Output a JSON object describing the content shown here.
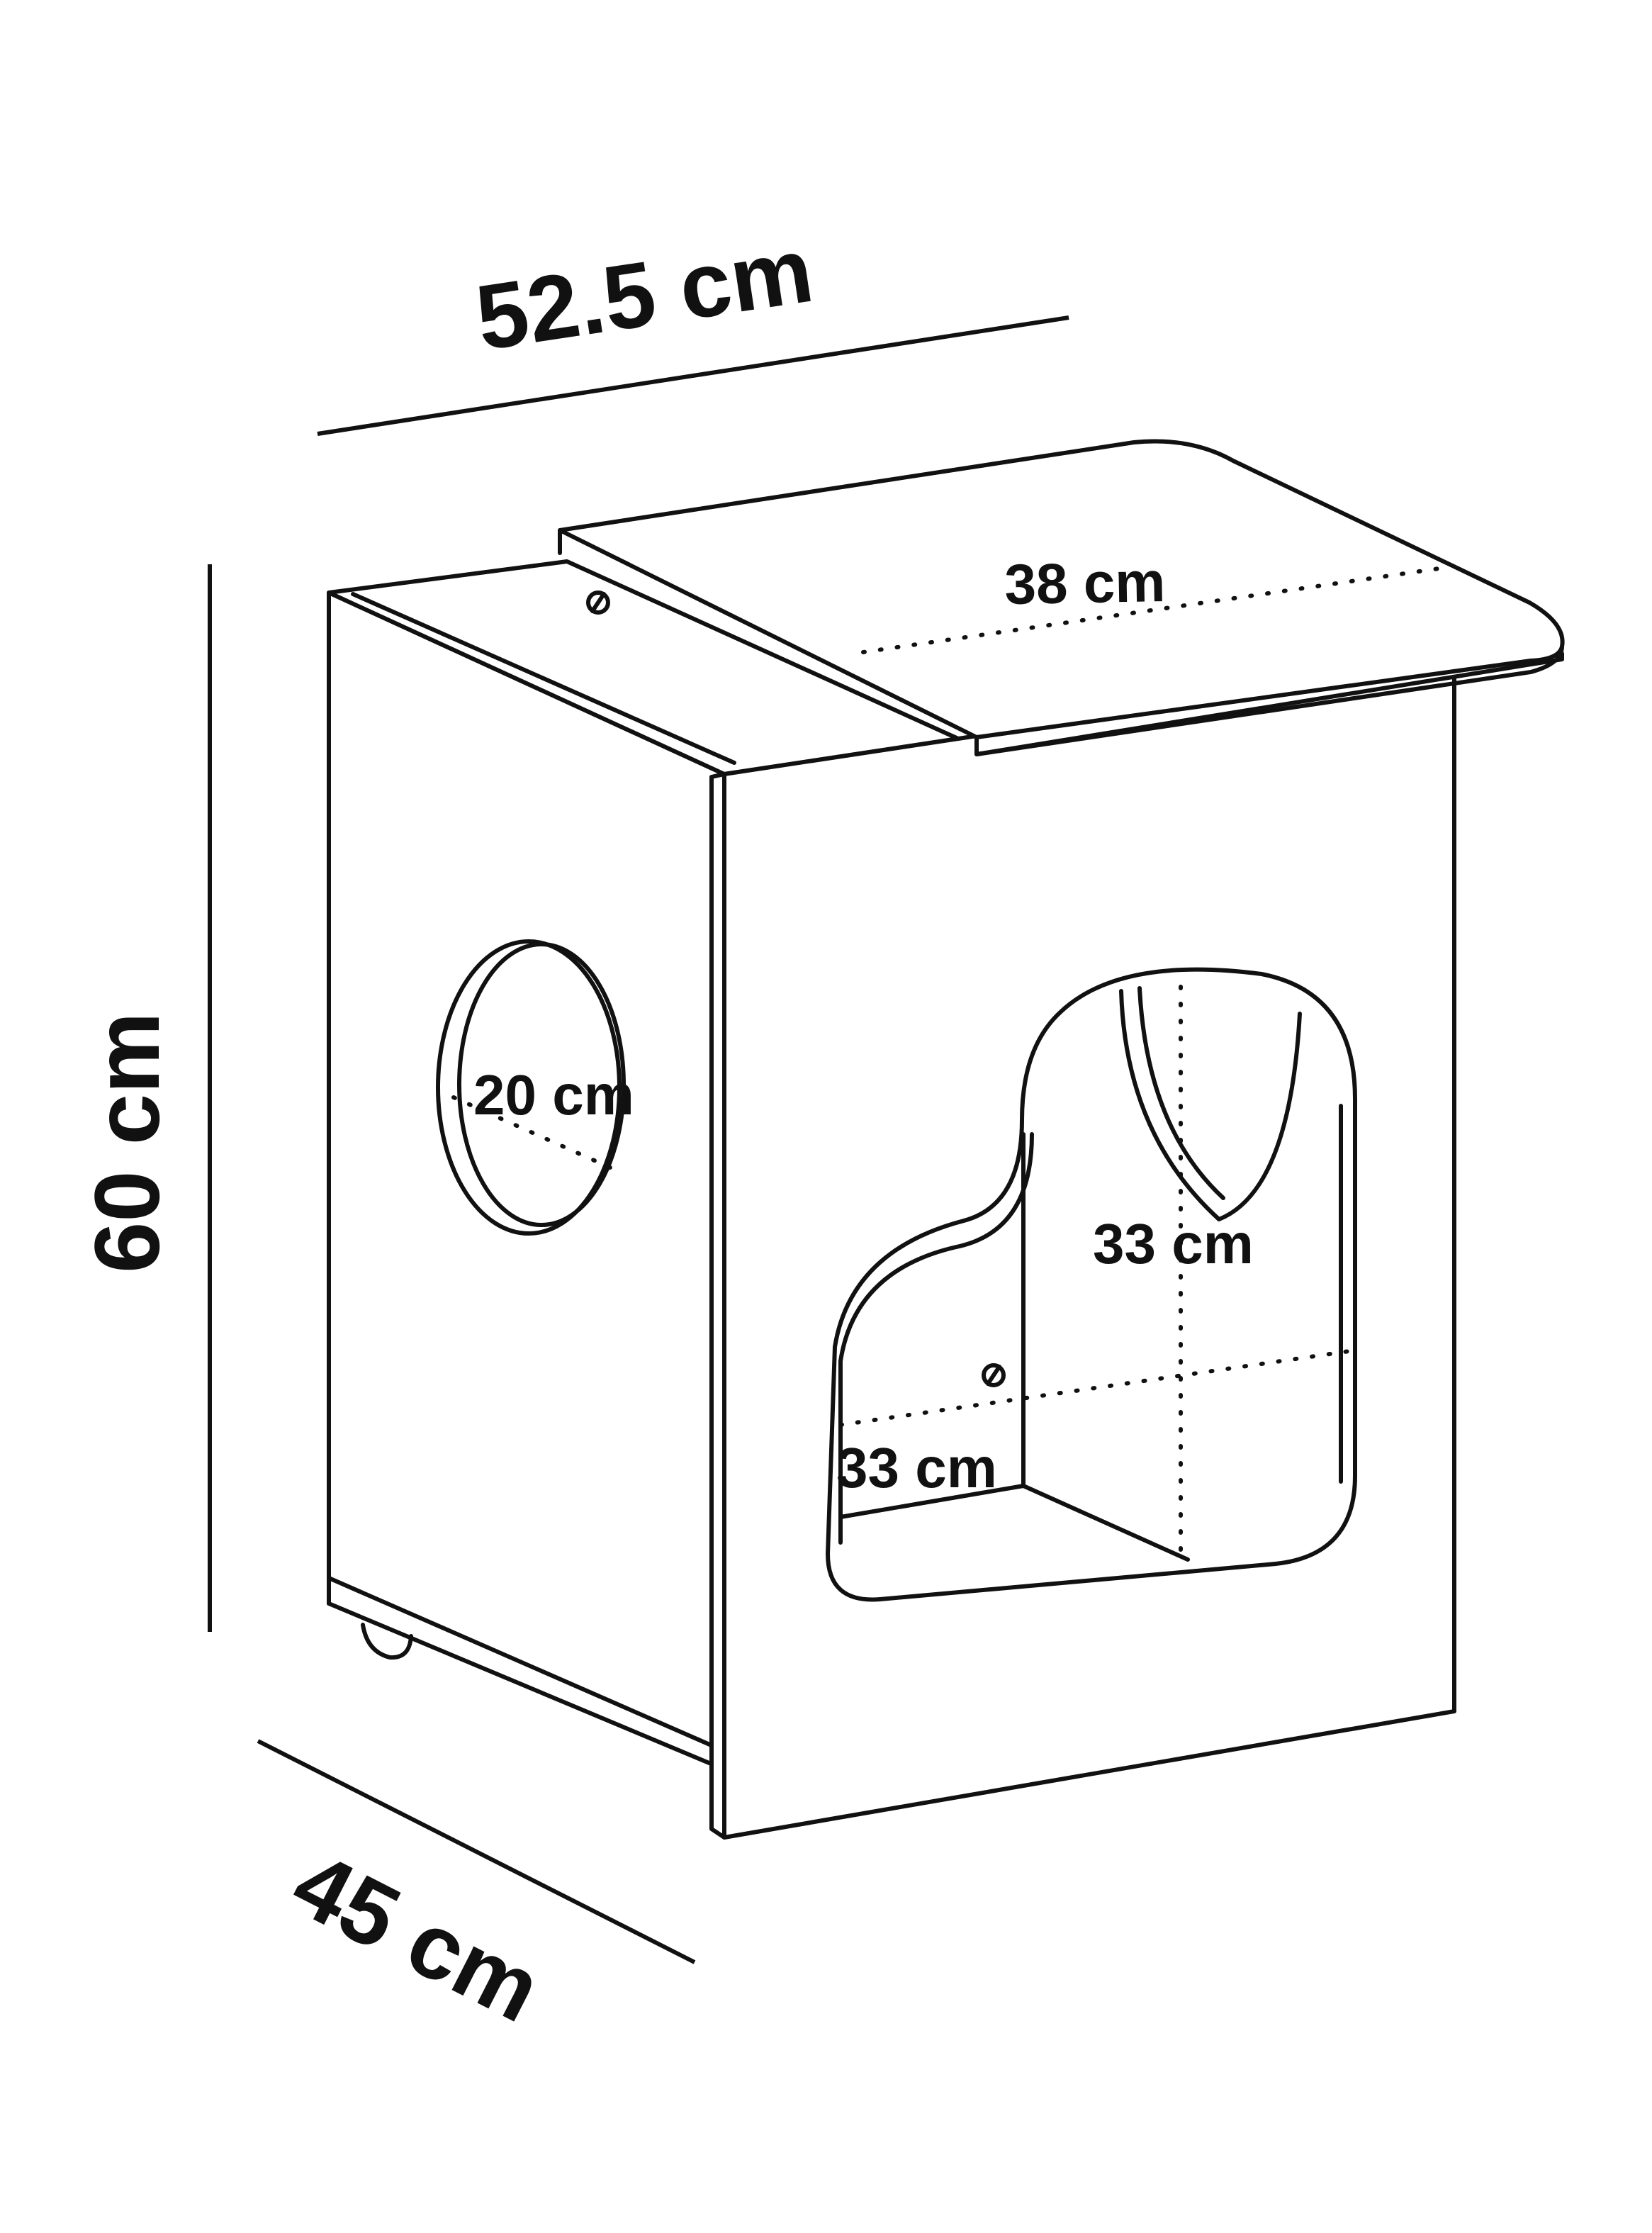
{
  "dimensions": {
    "width": "52.5 cm",
    "height": "60 cm",
    "depth": "45 cm",
    "top_shelf": "38 cm",
    "side_hole": "20 cm",
    "front_opening_height": "33 cm",
    "front_opening_width": "33 cm"
  },
  "colors": {
    "line": "#111111",
    "background": "#ffffff"
  }
}
